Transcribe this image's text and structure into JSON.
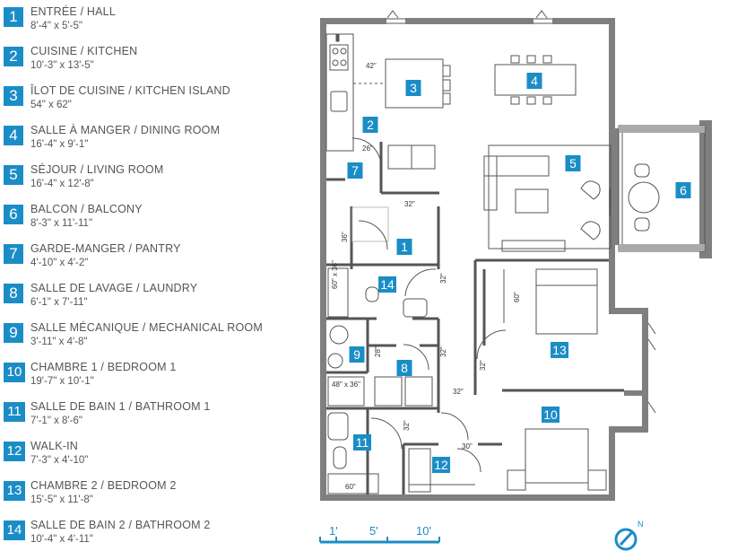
{
  "legend": [
    {
      "num": "1",
      "title": "ENTRÉE / HALL",
      "dim": "8'-4\" x 5'-5\""
    },
    {
      "num": "2",
      "title": "CUISINE / KITCHEN",
      "dim": "10'-3\" x 13'-5\""
    },
    {
      "num": "3",
      "title": "ÎLOT DE CUISINE / KITCHEN ISLAND",
      "dim": "54\" x 62\""
    },
    {
      "num": "4",
      "title": "SALLE À MANGER / DINING ROOM",
      "dim": "16'-4\" x 9'-1\""
    },
    {
      "num": "5",
      "title": "SÉJOUR / LIVING ROOM",
      "dim": "16'-4\" x 12'-8\""
    },
    {
      "num": "6",
      "title": "BALCON / BALCONY",
      "dim": "8'-3\" x 11'-11\""
    },
    {
      "num": "7",
      "title": "GARDE-MANGER / PANTRY",
      "dim": "4'-10\" x 4'-2\""
    },
    {
      "num": "8",
      "title": "SALLE DE LAVAGE / LAUNDRY",
      "dim": "6'-1\" x 7'-11\""
    },
    {
      "num": "9",
      "title": "SALLE MÉCANIQUE / MECHANICAL ROOM",
      "dim": "3'-11\" x 4'-8\""
    },
    {
      "num": "10",
      "title": "CHAMBRE 1 / BEDROOM 1",
      "dim": "19'-7\" x 10'-1\""
    },
    {
      "num": "11",
      "title": "SALLE DE BAIN 1 / BATHROOM 1",
      "dim": "7'-1\" x 8'-6\""
    },
    {
      "num": "12",
      "title": "WALK-IN",
      "dim": "7'-3\" x 4'-10\""
    },
    {
      "num": "13",
      "title": "CHAMBRE 2 / BEDROOM 2",
      "dim": "15'-5\" x 11'-8\""
    },
    {
      "num": "14",
      "title": "SALLE DE BAIN 2 / BATHROOM 2",
      "dim": "10'-4\" x 4'-11\""
    }
  ],
  "plan": {
    "rooms": [
      "1",
      "2",
      "3",
      "4",
      "5",
      "6",
      "7",
      "8",
      "9",
      "10",
      "11",
      "12",
      "13",
      "14"
    ],
    "dims": {
      "island_clear": "42\"",
      "pantry_door": "26\"",
      "hall_door": "32\"",
      "hall_side": "36\"",
      "shower2": "60\" x 36\"",
      "bath2_door": "32\"",
      "bed2_closet": "60\"",
      "mech_door": "28\"",
      "laundry_door": "32\"",
      "bed2_door": "32\"",
      "corridor": "32\"",
      "shower1": "48\" x 36\"",
      "bath1_door": "32\"",
      "walkin_door": "30\"",
      "tub": "60\""
    },
    "compass_label": "N"
  },
  "scale": {
    "labels": [
      "1'",
      "5'",
      "10'"
    ]
  },
  "colors": {
    "accent": "#1b8dc6",
    "wall": "#7f7f7f",
    "line": "#555555"
  }
}
